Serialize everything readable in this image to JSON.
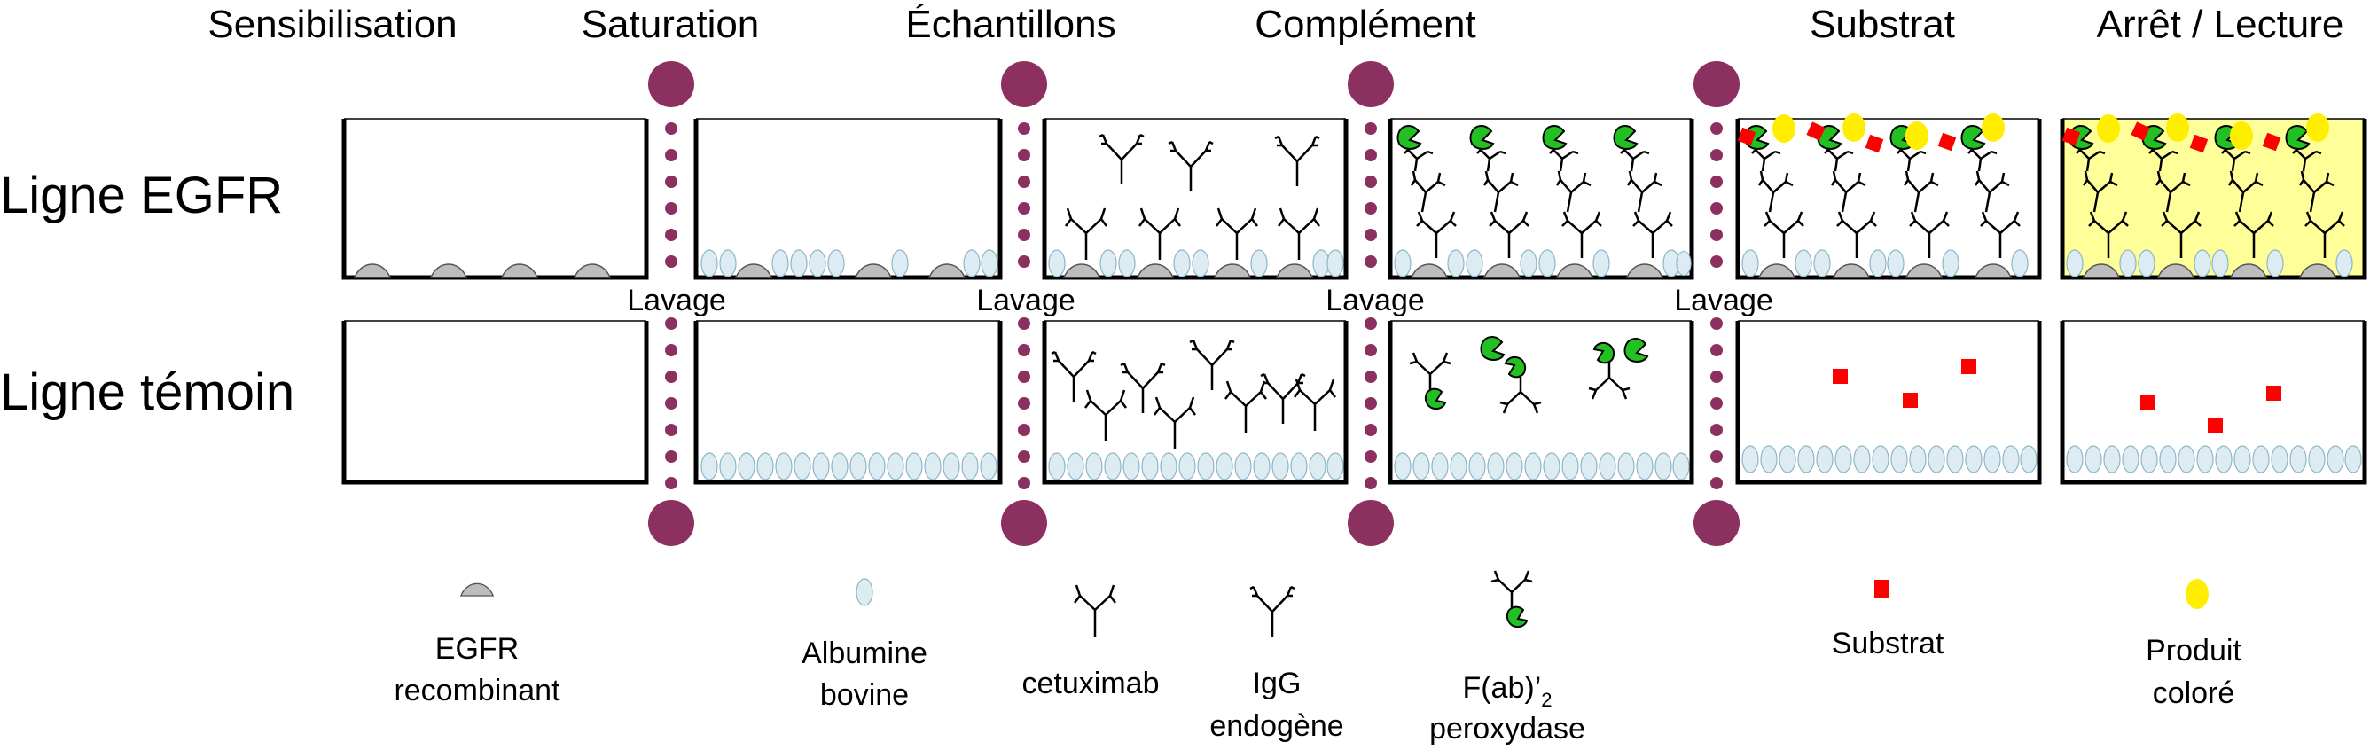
{
  "steps": [
    "Sensibilisation",
    "Saturation",
    "Échantillons",
    "Complément",
    "Substrat",
    "Arrêt / Lecture"
  ],
  "rows": [
    "Ligne EGFR",
    "Ligne témoin"
  ],
  "wash_label": "Lavage",
  "legend": {
    "egfr": [
      "EGFR",
      "recombinant"
    ],
    "albumin": [
      "Albumine",
      "bovine"
    ],
    "cetuximab": [
      "cetuximab"
    ],
    "igg": [
      "IgG",
      "endogène"
    ],
    "fab": [
      "F(ab)’",
      "2",
      "peroxydase"
    ],
    "substrate": [
      "Substrat"
    ],
    "product": [
      "Produit",
      "coloré"
    ]
  },
  "colors": {
    "wash_bar": "#8c3060",
    "egfr": "#bdbdbd",
    "albumin": "#dcecf2",
    "peroxidase": "#22c022",
    "substrate": "#ff0000",
    "product": "#ffee00",
    "read_background": "#ffff99"
  }
}
